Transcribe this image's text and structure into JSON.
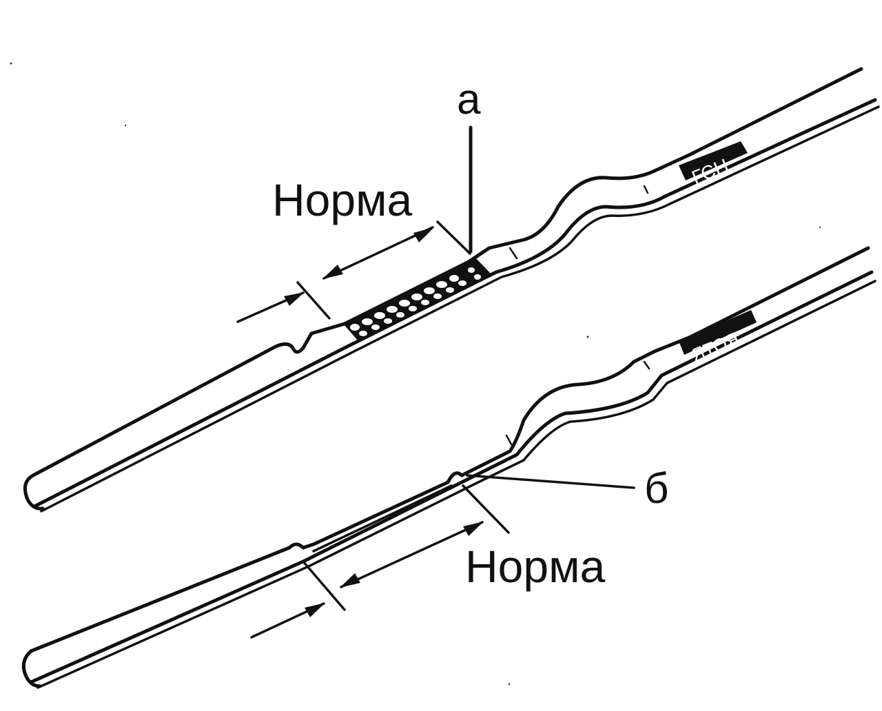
{
  "labels": {
    "upper_norm": "Норма",
    "lower_norm": "Норма",
    "marker_a": "а",
    "marker_b": "б"
  },
  "dipsticks": [
    {
      "name": "upper",
      "marking_text": "ГСН"
    },
    {
      "name": "lower",
      "marking_text": "ЯТОЯ"
    }
  ],
  "colors": {
    "ink": "#111111",
    "background": "#ffffff"
  }
}
